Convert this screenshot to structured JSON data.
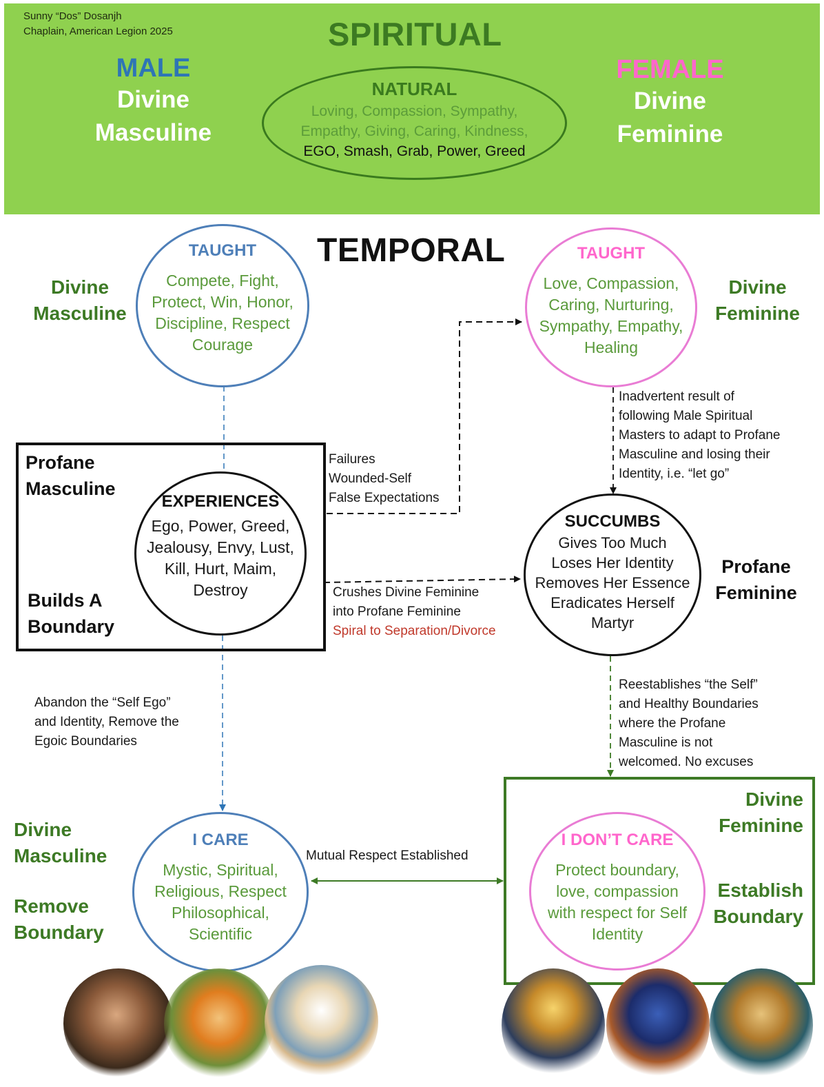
{
  "credit": {
    "line1": "Sunny “Dos” Dosanjh",
    "line2": "Chaplain, American Legion 2025"
  },
  "spiritual": {
    "title": "SPIRITUAL",
    "male": {
      "head": "MALE",
      "line1": "Divine",
      "line2": "Masculine"
    },
    "female": {
      "head": "FEMALE",
      "line1": "Divine",
      "line2": "Feminine"
    },
    "natural": {
      "title": "NATURAL",
      "line1": "Loving, Compassion, Sympathy,",
      "line2": "Empathy, Giving, Caring, Kindness,",
      "line3": "EGO, Smash, Grab, Power, Greed"
    }
  },
  "temporal": {
    "title": "TEMPORAL",
    "left_label": {
      "line1": "Divine",
      "line2": "Masculine"
    },
    "right_label": {
      "line1": "Divine",
      "line2": "Feminine"
    },
    "taught_male": {
      "title": "TAUGHT",
      "lines": [
        "Compete, Fight,",
        "Protect, Win, Honor,",
        "Discipline, Respect",
        "Courage"
      ]
    },
    "taught_female": {
      "title": "TAUGHT",
      "lines": [
        "Love, Compassion,",
        "Caring, Nurturing,",
        "Sympathy, Empathy,",
        "Healing"
      ]
    }
  },
  "profane_box": {
    "label1": "Profane",
    "label2": "Masculine",
    "label3": "Builds A",
    "label4": "Boundary",
    "experiences": {
      "title": "EXPERIENCES",
      "lines": [
        "Ego, Power, Greed,",
        "Jealousy, Envy, Lust,",
        "Kill, Hurt, Maim,",
        "Destroy"
      ]
    }
  },
  "failures_note": [
    "Failures",
    "Wounded-Self",
    "False Expectations"
  ],
  "inadvertent_note": [
    "Inadvertent result of",
    "following Male Spiritual",
    "Masters to adapt to Profane",
    "Masculine and losing their",
    "Identity, i.e. “let go”"
  ],
  "succumbs": {
    "title": "SUCCUMBS",
    "lines": [
      "Gives Too Much",
      "Loses Her Identity",
      "Removes Her Essence",
      "Eradicates Herself",
      "Martyr"
    ]
  },
  "profane_feminine": {
    "line1": "Profane",
    "line2": "Feminine"
  },
  "crushes_note": {
    "line1": "Crushes Divine Feminine",
    "line2": "into Profane Feminine",
    "line3": "Spiral to Separation/Divorce"
  },
  "abandon_note": [
    "Abandon the “Self Ego”",
    "and Identity, Remove the",
    "Egoic Boundaries"
  ],
  "reestablish_note": [
    "Reestablishes “the Self”",
    "and Healthy Boundaries",
    "where the Profane",
    "Masculine is not",
    "welcomed.  No excuses"
  ],
  "bottom_left": {
    "label1": "Divine",
    "label2": "Masculine",
    "label3": "Remove",
    "label4": "Boundary",
    "care": {
      "title": "I CARE",
      "lines": [
        "Mystic, Spiritual,",
        "Religious, Respect",
        "Philosophical,",
        "Scientific"
      ]
    }
  },
  "mutual": "Mutual Respect Established",
  "bottom_right": {
    "label1": "Divine",
    "label2": "Feminine",
    "label3": "Establish",
    "label4": "Boundary",
    "dontcare": {
      "title": "I DON’T CARE",
      "lines": [
        "Protect boundary,",
        "love, compassion",
        "with respect for Self",
        "Identity"
      ]
    }
  },
  "colors": {
    "band_green": "#8fd14f",
    "dark_green": "#3d7a25",
    "text_green": "#5a9a3b",
    "male_blue": "#2e75b6",
    "female_pink": "#ff66cc",
    "spiral_red": "#c0392b"
  }
}
